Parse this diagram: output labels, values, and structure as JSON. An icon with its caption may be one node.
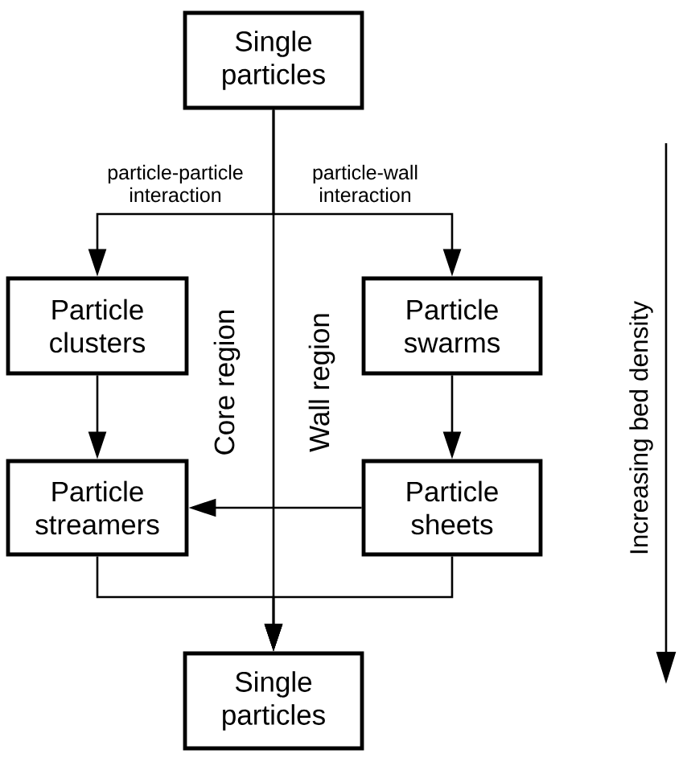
{
  "diagram": {
    "nodes": [
      {
        "text": [
          "Single particles"
        ]
      },
      {
        "text": [
          "Particle clusters"
        ]
      },
      {
        "text": [
          "Particle swarms"
        ]
      },
      {
        "text": [
          "Particle streamers"
        ]
      },
      {
        "text": [
          "Particle sheets"
        ]
      },
      {
        "text": [
          "Single particles"
        ]
      }
    ],
    "edges": [
      {
        "from": 0,
        "to": 1,
        "arrow": "to",
        "label": "particle-particle interaction"
      },
      {
        "from": 0,
        "to": 2,
        "arrow": "to",
        "label": "particle-wall interaction"
      },
      {
        "from": 0,
        "to": 5,
        "arrow": "to"
      },
      {
        "from": 1,
        "to": 3,
        "arrow": "to"
      },
      {
        "from": 2,
        "to": 4,
        "arrow": "to"
      },
      {
        "from": 4,
        "to": 3,
        "arrow": "to"
      },
      {
        "from": 3,
        "to": 5,
        "arrow": "to"
      },
      {
        "from": 4,
        "to": 5,
        "arrow": "to"
      }
    ],
    "labels": [
      "Core region",
      "Wall region",
      "Increasing bed density"
    ]
  }
}
